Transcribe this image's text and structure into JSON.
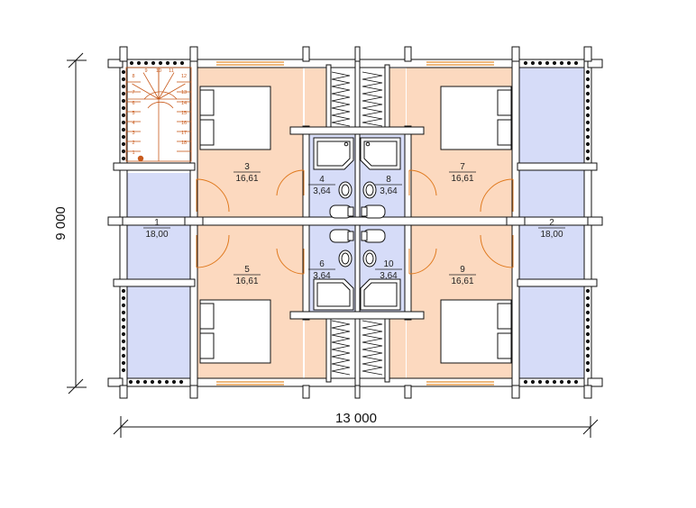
{
  "dimensions": {
    "width_label": "13 000",
    "height_label": "9 000"
  },
  "rooms": [
    {
      "id": "1",
      "area": "18,00",
      "kind": "hall"
    },
    {
      "id": "2",
      "area": "18,00",
      "kind": "hall"
    },
    {
      "id": "3",
      "area": "16,61",
      "kind": "bedroom"
    },
    {
      "id": "4",
      "area": "3,64",
      "kind": "bathroom"
    },
    {
      "id": "5",
      "area": "16,61",
      "kind": "bedroom"
    },
    {
      "id": "6",
      "area": "3,64",
      "kind": "bathroom"
    },
    {
      "id": "7",
      "area": "16,61",
      "kind": "bedroom"
    },
    {
      "id": "8",
      "area": "3,64",
      "kind": "bathroom"
    },
    {
      "id": "9",
      "area": "16,61",
      "kind": "bedroom"
    },
    {
      "id": "10",
      "area": "3,64",
      "kind": "bathroom"
    }
  ],
  "stairs": {
    "steps": [
      "1",
      "2",
      "3",
      "4",
      "5",
      "6",
      "7",
      "8",
      "9",
      "10",
      "11",
      "12",
      "13",
      "14",
      "15",
      "16",
      "17",
      "18"
    ]
  },
  "colors": {
    "bedroom": "#fcd9bf",
    "hall": "#d6dcf8",
    "bathroom": "#d6dcf8",
    "wall": "#ffffff",
    "outline": "#111111",
    "door": "#e07a1f",
    "window": "#e8a050",
    "stair": "#c85a1c"
  }
}
